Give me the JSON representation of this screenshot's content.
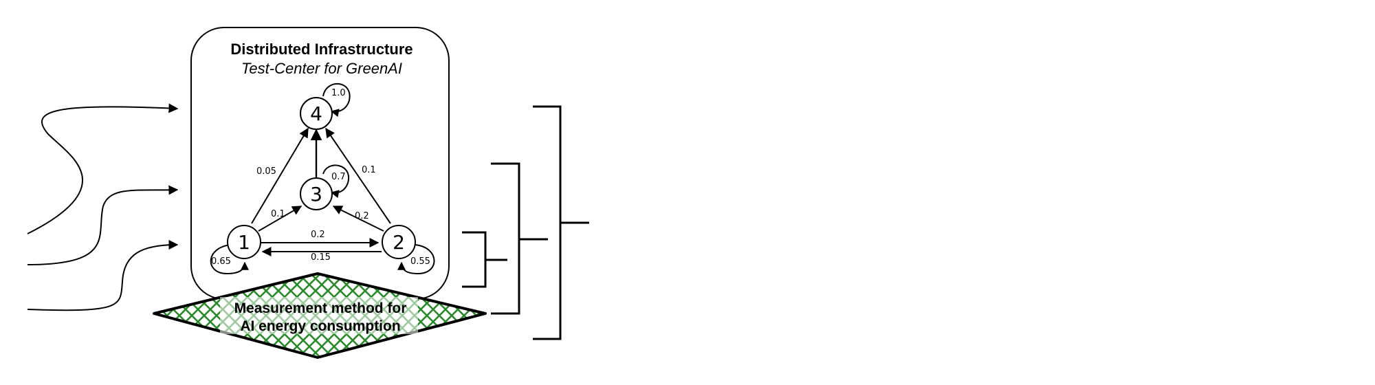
{
  "infrastructure": {
    "title": "Distributed Infrastructure",
    "subtitle": "Test-Center for GreenAI"
  },
  "graph": {
    "nodes": [
      {
        "id": "1",
        "label": "1"
      },
      {
        "id": "2",
        "label": "2"
      },
      {
        "id": "3",
        "label": "3"
      },
      {
        "id": "4",
        "label": "4"
      }
    ],
    "edges": [
      {
        "from": "1",
        "to": "4",
        "label": "0.05"
      },
      {
        "from": "2",
        "to": "4",
        "label": "0.1"
      },
      {
        "from": "3",
        "to": "4",
        "label": ""
      },
      {
        "from": "1",
        "to": "3",
        "label": "0.1"
      },
      {
        "from": "2",
        "to": "3",
        "label": "0.2"
      },
      {
        "from": "1",
        "to": "2",
        "label": "0.2"
      },
      {
        "from": "2",
        "to": "1",
        "label": "0.15"
      }
    ],
    "self_loops": [
      {
        "node": "4",
        "label": "1.0"
      },
      {
        "node": "3",
        "label": "0.7"
      },
      {
        "node": "1",
        "label": "0.65"
      },
      {
        "node": "2",
        "label": "0.55"
      }
    ]
  },
  "measurement": {
    "line1": "Measurement method for",
    "line2": "AI energy consumption",
    "pattern_color": "#2a8a2a"
  }
}
